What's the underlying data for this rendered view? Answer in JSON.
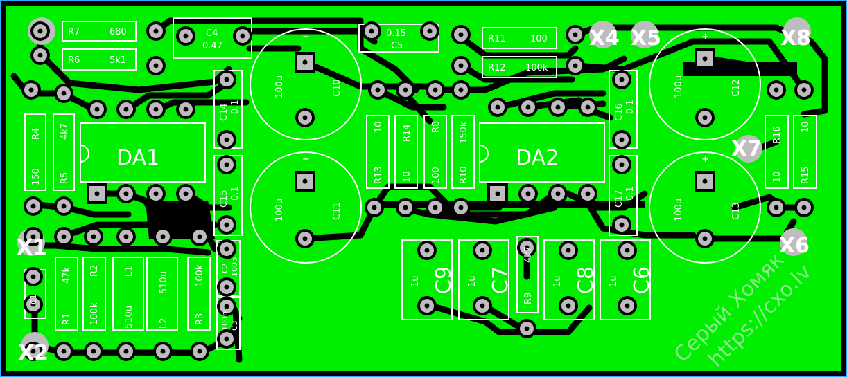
{
  "colors": {
    "copper": "#00ee00",
    "trace": "#000000",
    "silk": "#ffffff",
    "pad": "#bdbdbd",
    "frame": "#33aaff"
  },
  "ics": [
    {
      "id": "da1",
      "label": "DA1"
    },
    {
      "id": "da2",
      "label": "DA2"
    }
  ],
  "resistors": [
    {
      "id": "r7",
      "ref": "R7",
      "value": "680"
    },
    {
      "id": "r6",
      "ref": "R6",
      "value": "5k1"
    },
    {
      "id": "r11",
      "ref": "R11",
      "value": "100"
    },
    {
      "id": "r12",
      "ref": "R12",
      "value": "100k"
    },
    {
      "id": "r4",
      "ref": "R4",
      "value": "150"
    },
    {
      "id": "r5",
      "ref": "R5",
      "value": "4k7"
    },
    {
      "id": "r13",
      "ref": "R13",
      "value": "10"
    },
    {
      "id": "r14",
      "ref": "R14",
      "value": "10"
    },
    {
      "id": "r8",
      "ref": "R8",
      "value": "100"
    },
    {
      "id": "r10",
      "ref": "R10",
      "value": "150k"
    },
    {
      "id": "r16",
      "ref": "R16",
      "value": "10"
    },
    {
      "id": "r15",
      "ref": "R15",
      "value": "10"
    },
    {
      "id": "r1",
      "ref": "R1",
      "value": "47k"
    },
    {
      "id": "r2",
      "ref": "R2",
      "value": "100k"
    },
    {
      "id": "r3",
      "ref": "R3",
      "value": "100k"
    },
    {
      "id": "r9",
      "ref": "R9",
      "value": "4k7"
    }
  ],
  "inductors": [
    {
      "id": "l1",
      "ref": "L1",
      "value": "510u"
    },
    {
      "id": "l2",
      "ref": "L2",
      "value": "510u"
    }
  ],
  "capacitors": [
    {
      "id": "c4",
      "ref": "C4",
      "value": "0.47"
    },
    {
      "id": "c5",
      "ref": "C5",
      "value": "0.15"
    },
    {
      "id": "c14",
      "ref": "C14",
      "value": "0.1"
    },
    {
      "id": "c15",
      "ref": "C15",
      "value": "0.1"
    },
    {
      "id": "c16",
      "ref": "C16",
      "value": "0.1"
    },
    {
      "id": "c17",
      "ref": "C17",
      "value": "0.1"
    },
    {
      "id": "c10",
      "ref": "C10",
      "value": "100u"
    },
    {
      "id": "c11",
      "ref": "C11",
      "value": "100u"
    },
    {
      "id": "c12",
      "ref": "C12",
      "value": "100u"
    },
    {
      "id": "c13",
      "ref": "C13",
      "value": "100u"
    },
    {
      "id": "c9",
      "ref": "C9",
      "value": "1u"
    },
    {
      "id": "c7",
      "ref": "C7",
      "value": "1u"
    },
    {
      "id": "c8",
      "ref": "C8",
      "value": "1u"
    },
    {
      "id": "c6",
      "ref": "C6",
      "value": "1u"
    },
    {
      "id": "c1",
      "ref": "C1",
      "value": ""
    },
    {
      "id": "c2",
      "ref": "C2",
      "value": "100p"
    },
    {
      "id": "c3",
      "ref": "C3",
      "value": "100p"
    }
  ],
  "connectors": [
    {
      "id": "x1",
      "label": "X1"
    },
    {
      "id": "x2",
      "label": "X2"
    },
    {
      "id": "x4",
      "label": "X4"
    },
    {
      "id": "x5",
      "label": "X5"
    },
    {
      "id": "x6",
      "label": "X6"
    },
    {
      "id": "x7",
      "label": "X7"
    },
    {
      "id": "x8",
      "label": "X8"
    }
  ],
  "polarity_mark": "+",
  "watermark": {
    "line1": "Серый Хомяк",
    "line2": "https://cxo.lv"
  }
}
